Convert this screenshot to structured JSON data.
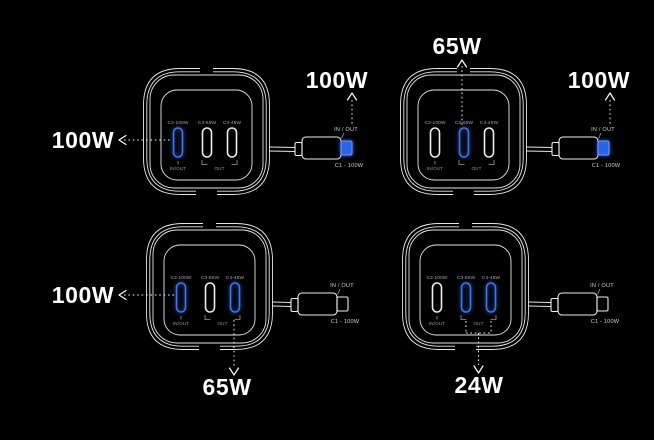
{
  "background": "#000000",
  "accent": {
    "active_blue": "#3b76f5",
    "tip_blue_fill": "#2a62e8",
    "tip_blue_stroke": "#6a97ff",
    "inactive": "#ededed"
  },
  "device": {
    "ports": [
      {
        "label": "C2-100W",
        "sub_label": "IN/OUT"
      },
      {
        "label": "C3-65W"
      },
      {
        "label": "C4-45W"
      }
    ],
    "out_group_label": "OUT",
    "cable": {
      "io_label": "IN / OUT",
      "id_label": "C1 - 100W"
    }
  },
  "scenarios": [
    {
      "position": "top-left",
      "labels": {
        "left": "100W",
        "cable": "100W"
      },
      "port_colors": [
        "#3b76f5",
        "#ededed",
        "#ededed"
      ],
      "tip_fill": "#2a62e8",
      "tip_stroke": "#6a97ff"
    },
    {
      "position": "top-right",
      "labels": {
        "top": "65W",
        "cable": "100W"
      },
      "port_colors": [
        "#ededed",
        "#3b76f5",
        "#ededed"
      ],
      "tip_fill": "#2a62e8",
      "tip_stroke": "#6a97ff"
    },
    {
      "position": "bottom-left",
      "labels": {
        "left": "100W",
        "bottom": "65W"
      },
      "port_colors": [
        "#3b76f5",
        "#ededed",
        "#3b76f5"
      ],
      "tip_fill": "none",
      "tip_stroke": "#ededed"
    },
    {
      "position": "bottom-right",
      "labels": {
        "bottom": "24W"
      },
      "port_colors": [
        "#ededed",
        "#3b76f5",
        "#3b76f5"
      ],
      "tip_fill": "none",
      "tip_stroke": "#ededed"
    }
  ]
}
